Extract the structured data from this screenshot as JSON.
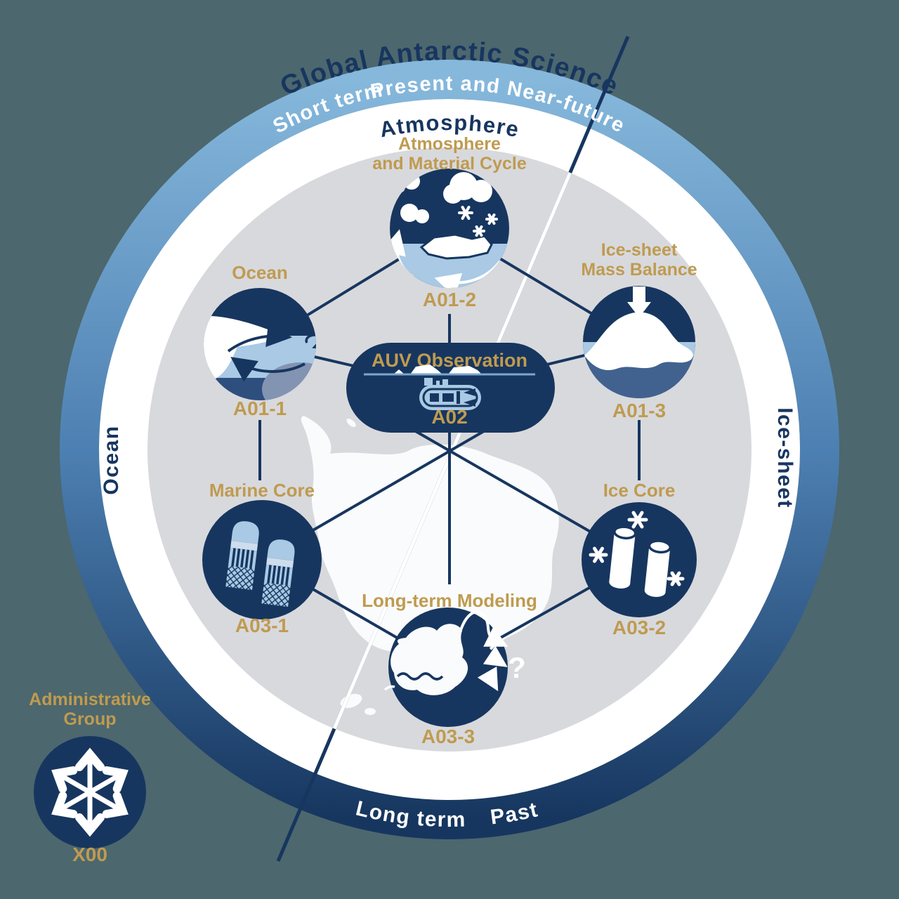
{
  "title": "Global Antarctic Science",
  "ring": {
    "time_top_left": "Short term",
    "time_top_right": "Present and Near-future",
    "time_bottom_left": "Long term",
    "time_bottom_right": "Past",
    "domain_top": "Atmosphere",
    "domain_left": "Ocean",
    "domain_right": "Ice-sheet"
  },
  "nodes": {
    "atmosphere_cycle": {
      "label_line1": "Atmosphere",
      "label_line2": "and Material Cycle",
      "code": "A01-2"
    },
    "ocean": {
      "label": "Ocean",
      "code": "A01-1"
    },
    "ice_sheet_mass_balance": {
      "label_line1": "Ice-sheet",
      "label_line2": "Mass Balance",
      "code": "A01-3"
    },
    "auv_observation": {
      "label": "AUV Observation",
      "code": "A02"
    },
    "marine_core": {
      "label": "Marine Core",
      "code": "A03-1"
    },
    "ice_core": {
      "label": "Ice Core",
      "code": "A03-2"
    },
    "long_term_modeling": {
      "label": "Long-term Modeling",
      "code": "A03-3",
      "question_mark": "?"
    },
    "administrative": {
      "label_line1": "Administrative",
      "label_line2": "Group",
      "code": "X00"
    }
  },
  "colors": {
    "background": "#4c676e",
    "navy": "#17365f",
    "gold": "#bf9b50",
    "light_blue": "#a9c9e5",
    "ring_gradient_top": "#86b8dc",
    "ring_gradient_bottom": "#16365f",
    "inner_disc": "#d8d9dd",
    "white": "#ffffff",
    "map_white": "#fafbfc",
    "water_medium": "#41628f",
    "water_deep": "#2e4f7e",
    "water_shade": "#8294b1"
  }
}
